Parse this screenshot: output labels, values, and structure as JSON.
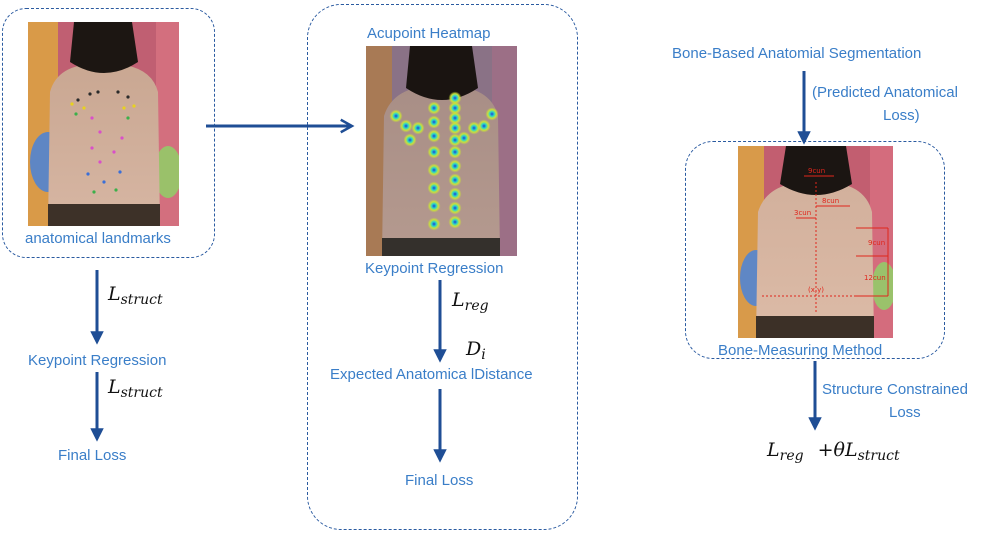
{
  "left_panel": {
    "image_caption": "anatomical landmarks",
    "loss_1": {
      "symbol": "L",
      "subscript": "struct"
    },
    "step_label": "Keypoint Regression",
    "loss_2": {
      "symbol": "L",
      "subscript": "struct"
    },
    "final_label": "Final Loss"
  },
  "middle_panel": {
    "title": "Acupoint Heatmap",
    "image_caption": "Keypoint Regression",
    "loss": {
      "symbol": "L",
      "subscript": "reg"
    },
    "distance_symbol": {
      "symbol": "D",
      "subscript": "i"
    },
    "step_label": "Expected Anatomica lDistance",
    "final_label": "Final Loss"
  },
  "right_panel": {
    "title": "Bone-Based Anatomial Segmentation",
    "subtitle_line1": "(Predicted Anatomical",
    "subtitle_line2": "Loss)",
    "measure_labels": {
      "top": "9cun",
      "shoulder": "8cun",
      "side": "3cun",
      "mid": "9cun",
      "lower": "12cun",
      "origin": "(x,y)"
    },
    "image_caption": "Bone-Measuring Method",
    "step_line1": "Structure Constrained",
    "step_line2": "Loss",
    "formula": {
      "a": "L",
      "a_sub": "reg",
      "op": "+θL",
      "b_sub": "struct"
    }
  },
  "colors": {
    "label": "#3a7ec8",
    "arrow": "#1f4e95",
    "border": "#2a5aa0",
    "measure": "#e0261c"
  }
}
